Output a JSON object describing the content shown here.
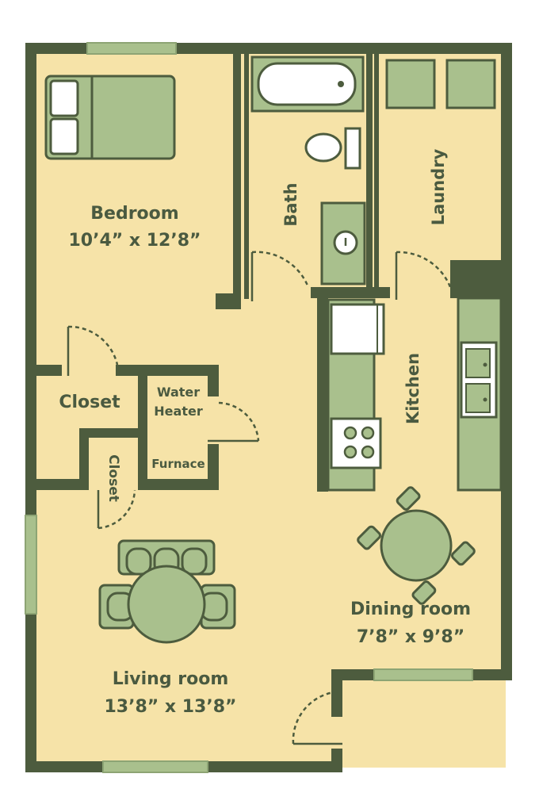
{
  "colors": {
    "wall": "#4d5c3e",
    "floor": "#f6e3a8",
    "fixture": "#a9c08d",
    "fixture_dark": "#8da474",
    "label": "#4a5a40",
    "white": "#ffffff"
  },
  "rooms": {
    "bedroom": {
      "name": "Bedroom",
      "size": "10’4” x 12’8”"
    },
    "bath": {
      "name": "Bath"
    },
    "laundry": {
      "name": "Laundry"
    },
    "closet_main": {
      "name": "Closet"
    },
    "closet_small": {
      "name": "Closet"
    },
    "water_heater": {
      "line1": "Water",
      "line2": "Heater"
    },
    "furnace": {
      "name": "Furnace"
    },
    "kitchen": {
      "name": "Kitchen"
    },
    "dining": {
      "name": "Dining room",
      "size": "7’8” x 9’8”"
    },
    "living": {
      "name": "Living room",
      "size": "13’8” x 13’8”"
    }
  }
}
